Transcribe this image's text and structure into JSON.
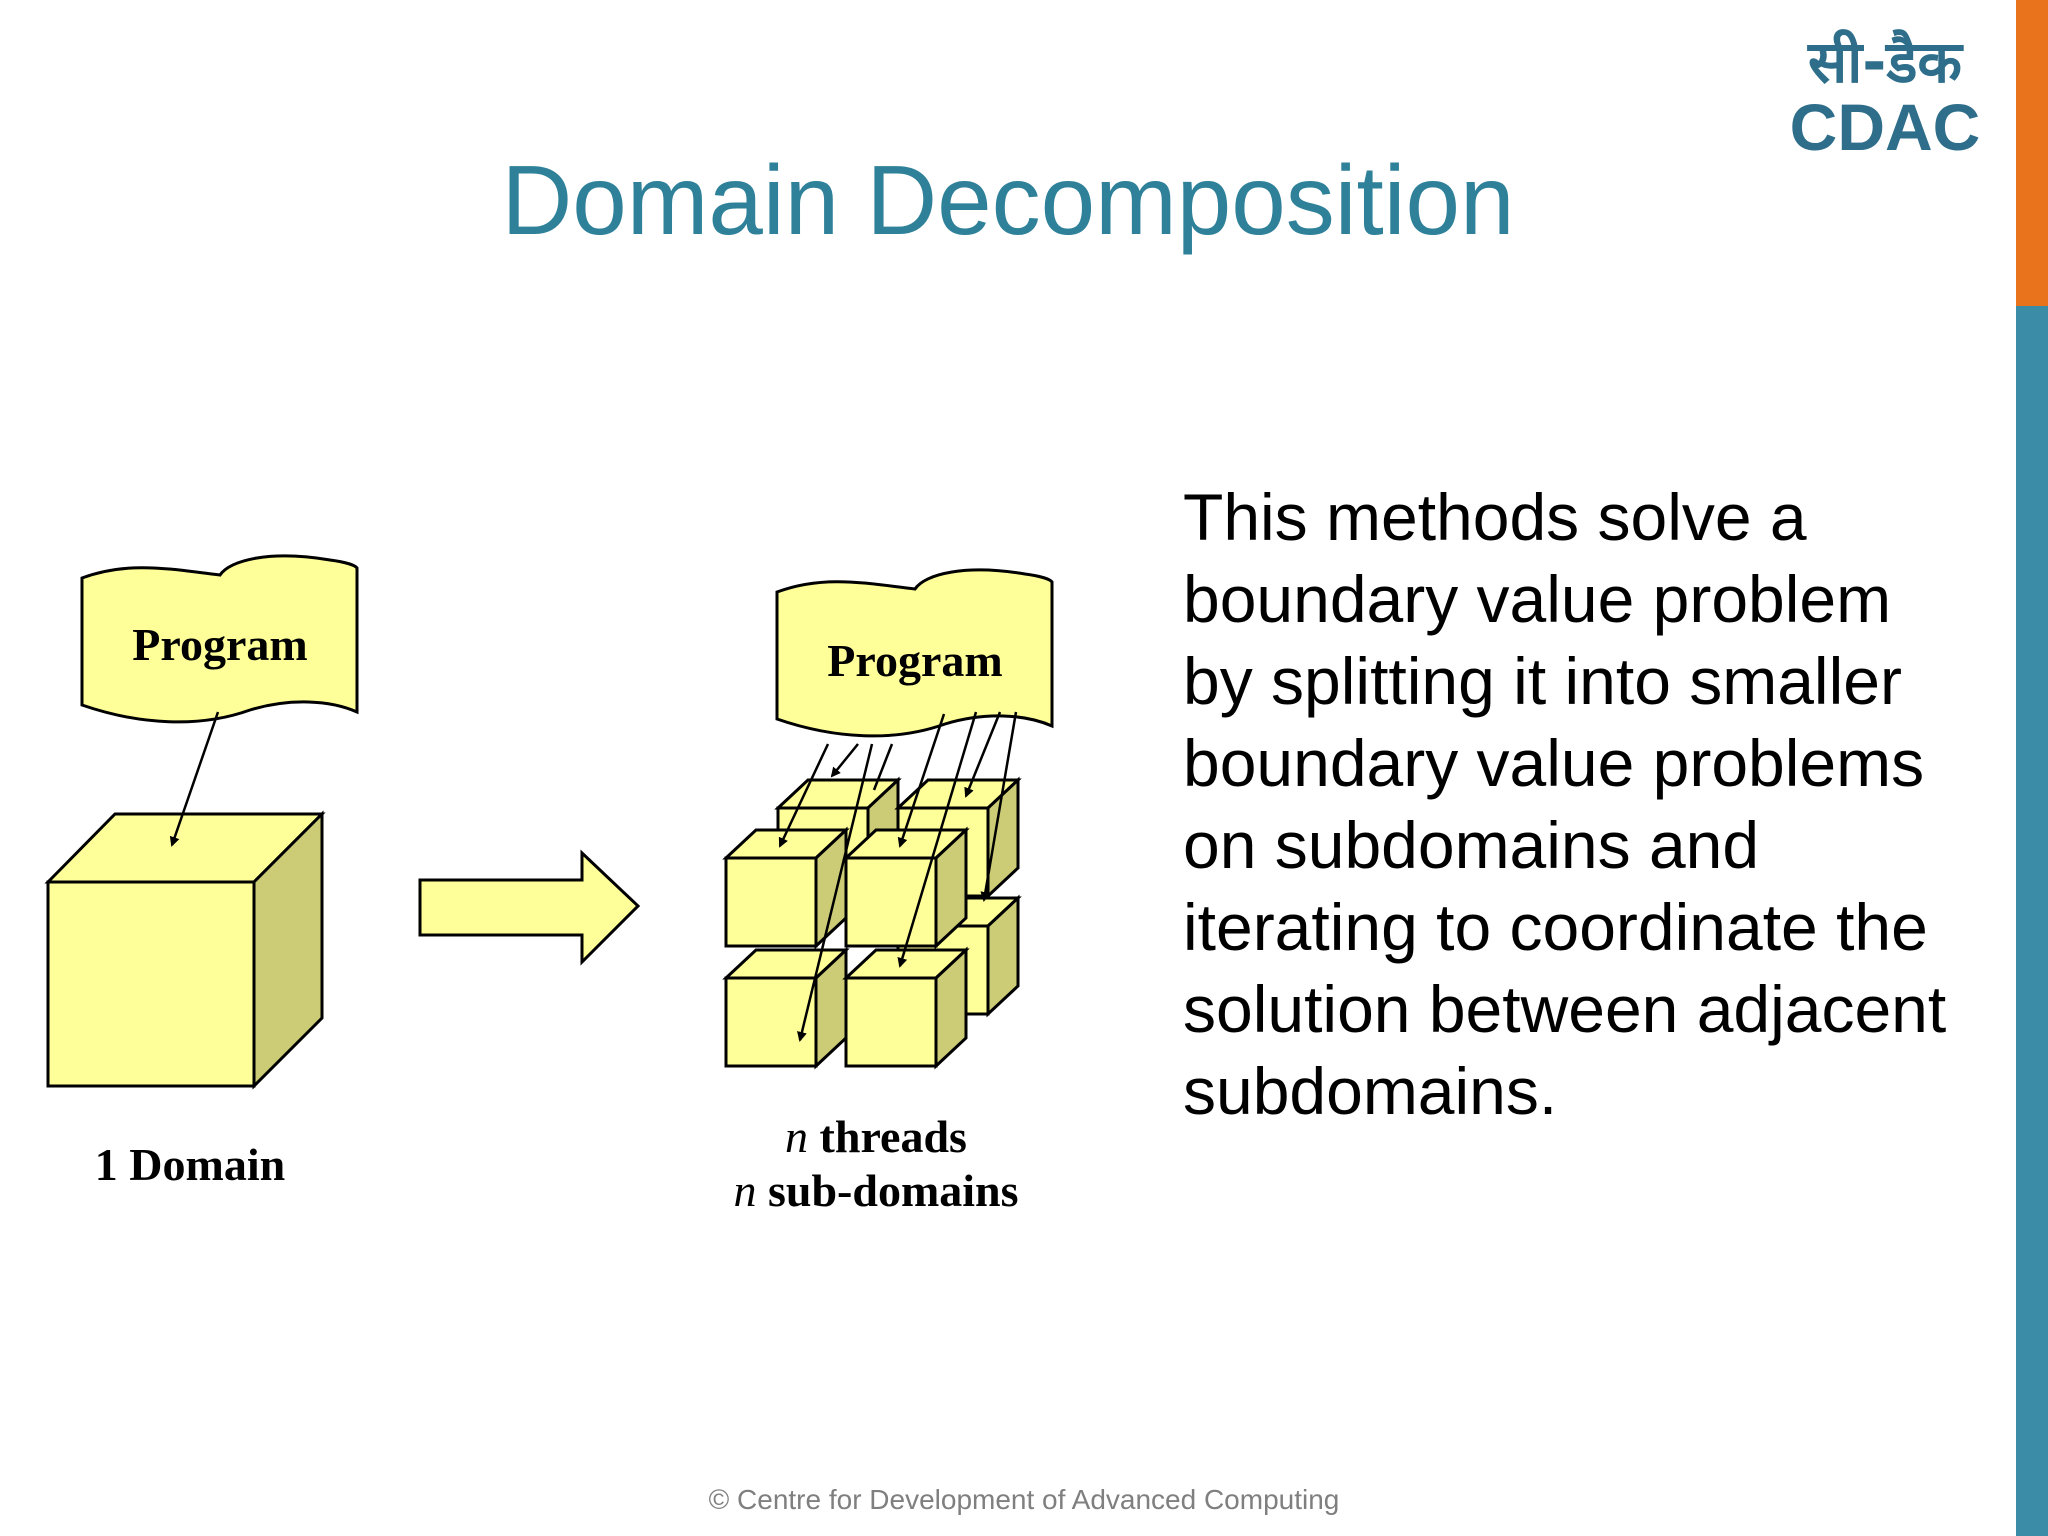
{
  "slide": {
    "title": "Domain Decomposition",
    "body": " This methods solve a\nboundary value problem\nby splitting it into smaller\nboundary value problems\non subdomains and\niterating to coordinate the\nsolution between adjacent\nsubdomains.",
    "footer": "© Centre for Development of Advanced Computing"
  },
  "logo": {
    "hindi": "सी-डैक",
    "latin": "CDAC"
  },
  "diagram": {
    "left_program_label": "Program",
    "right_program_label": "Program",
    "left_caption": "1 Domain",
    "right_caption_line1_var": "n",
    "right_caption_line1_text": " threads",
    "right_caption_line2_var": "n",
    "right_caption_line2_text": " sub-domains"
  },
  "colors": {
    "title": "#2e8199",
    "accent_orange": "#e8731c",
    "accent_teal": "#3b8ca6",
    "cube_front": "#ffff99",
    "cube_side": "#cccc77",
    "cube_top": "#ffff99",
    "logo": "#2e6e8a"
  }
}
